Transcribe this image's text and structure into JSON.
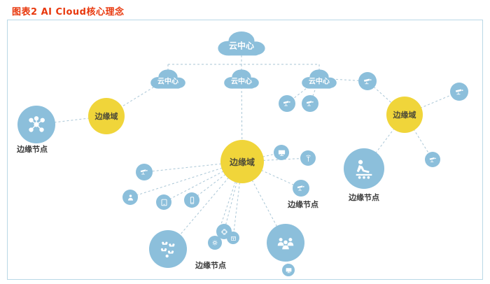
{
  "title": "图表2  AI Cloud核心理念",
  "clouds": {
    "main": "云中心",
    "left": "云中心",
    "middle": "云中心",
    "right": "云中心"
  },
  "edge_domains": {
    "left": "边缘域",
    "center": "边缘域",
    "right": "边缘域"
  },
  "edge_node_labels": {
    "left": "边缘节点",
    "bottom": "边缘节点",
    "center_right": "边缘节点",
    "right": "边缘节点"
  },
  "icons": [
    "cloud-icon",
    "network-nodes-icon",
    "cctv-camera-icon",
    "person-icon",
    "tablet-icon",
    "smartphone-icon",
    "monitor-icon",
    "antenna-icon",
    "chip-icon",
    "drone-swarm-icon",
    "people-group-icon",
    "worker-machine-icon",
    "gear-icon",
    "box-icon"
  ],
  "colors": {
    "title_text": "#e8380d",
    "cloud_fill": "#8cbfdb",
    "edge_domain_fill": "#f0d53a",
    "node_fill": "#8cbfdb",
    "connector": "#a9c6d6",
    "panel_border": "#b9d8e6",
    "label_text": "#3a3a3a"
  }
}
